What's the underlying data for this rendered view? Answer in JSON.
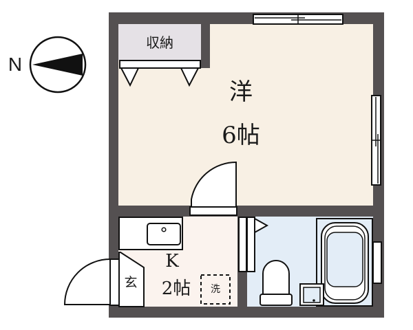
{
  "compass": {
    "direction_label": "N",
    "icon": "north-arrow-icon"
  },
  "rooms": {
    "western": {
      "type_label": "洋",
      "size_label": "6帖",
      "fill": "#f8f0e4"
    },
    "storage": {
      "label": "収納",
      "fill": "#e5e1e6"
    },
    "kitchen": {
      "type_label": "K",
      "size_label": "2帖",
      "fill": "#fbf3ee"
    },
    "entrance": {
      "label": "玄"
    },
    "washer": {
      "label": "洗"
    },
    "bathroom": {
      "fill": "#e3edf7"
    }
  },
  "colors": {
    "wall": "#545051",
    "line": "#111111"
  }
}
